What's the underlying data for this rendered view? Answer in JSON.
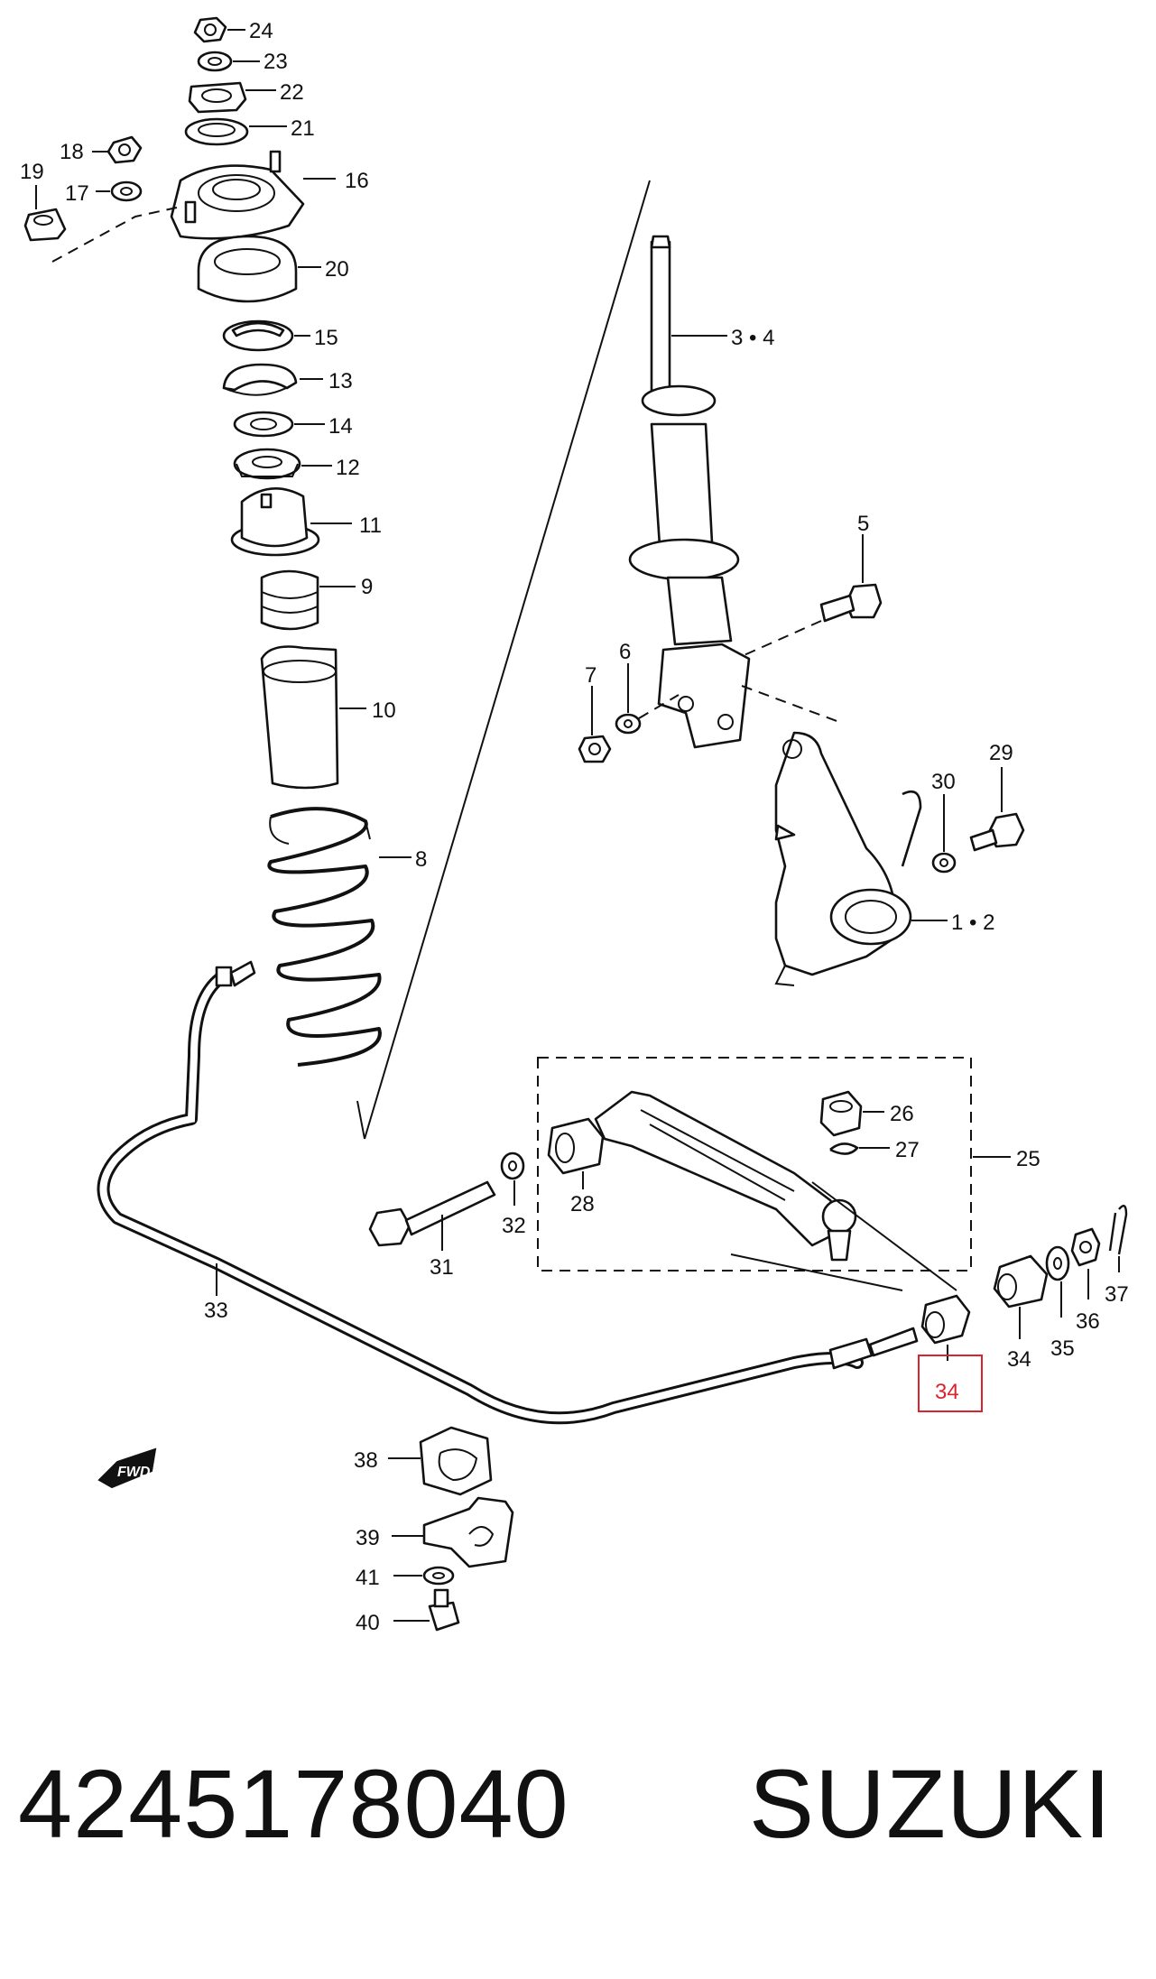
{
  "diagram": {
    "labels": {
      "p1": "1 • 2",
      "p3": "3 • 4",
      "p5": "5",
      "p6": "6",
      "p7": "7",
      "p8": "8",
      "p9": "9",
      "p10": "10",
      "p11": "11",
      "p12": "12",
      "p13": "13",
      "p14": "14",
      "p15": "15",
      "p16": "16",
      "p17": "17",
      "p18": "18",
      "p19": "19",
      "p20": "20",
      "p21": "21",
      "p22": "22",
      "p23": "23",
      "p24": "24",
      "p25": "25",
      "p26": "26",
      "p27": "27",
      "p28": "28",
      "p29": "29",
      "p30": "30",
      "p31": "31",
      "p32": "32",
      "p33": "33",
      "p34a": "34",
      "p34b": "34",
      "p35": "35",
      "p36": "36",
      "p37": "37",
      "p38": "38",
      "p39": "39",
      "p40": "40",
      "p41": "41",
      "fwd": "FWD"
    },
    "highlight_color": "#d9232e"
  },
  "footer": {
    "part_number": "4245178040",
    "brand": "SUZUKI"
  }
}
